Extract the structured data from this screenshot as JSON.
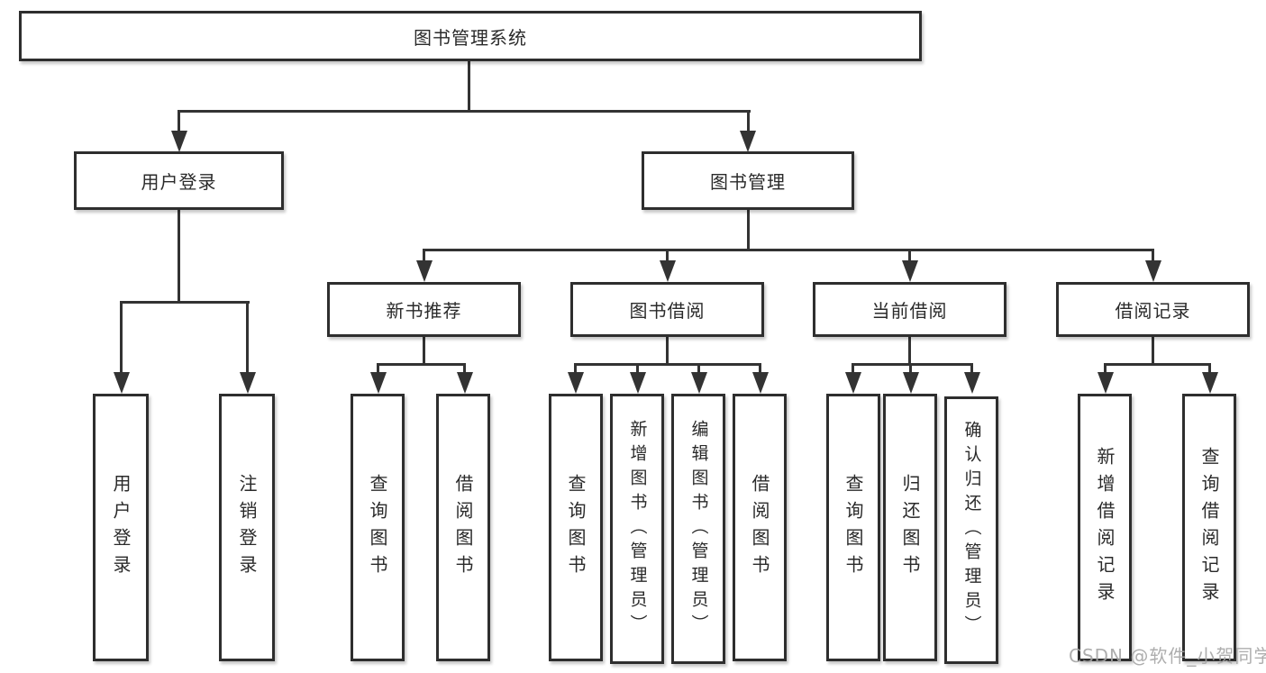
{
  "diagram": {
    "title": "图书管理系统",
    "type": "function-structure-tree",
    "tree": {
      "label": "图书管理系统",
      "children": [
        {
          "label": "用户登录",
          "children": [
            {
              "label": "用户登录"
            },
            {
              "label": "注销登录"
            }
          ]
        },
        {
          "label": "图书管理",
          "children": [
            {
              "label": "新书推荐",
              "children": [
                {
                  "label": "查询图书"
                },
                {
                  "label": "借阅图书"
                }
              ]
            },
            {
              "label": "图书借阅",
              "children": [
                {
                  "label": "查询图书"
                },
                {
                  "label": "新增图书（管理员）"
                },
                {
                  "label": "编辑图书（管理员）"
                },
                {
                  "label": "借阅图书"
                }
              ]
            },
            {
              "label": "当前借阅",
              "children": [
                {
                  "label": "查询图书"
                },
                {
                  "label": "归还图书"
                },
                {
                  "label": "确认归还（管理员）"
                }
              ]
            },
            {
              "label": "借阅记录",
              "children": [
                {
                  "label": "新增借阅记录"
                },
                {
                  "label": "查询借阅记录"
                }
              ]
            }
          ]
        }
      ]
    },
    "colors": {
      "line": "#333333",
      "box_border": "#2e2e2e",
      "box_fill": "#ffffff",
      "text": "#2a2a2a",
      "watermark": "#a5a5a5"
    }
  },
  "watermark": {
    "text": "CSDN @软件_小贺同学"
  }
}
